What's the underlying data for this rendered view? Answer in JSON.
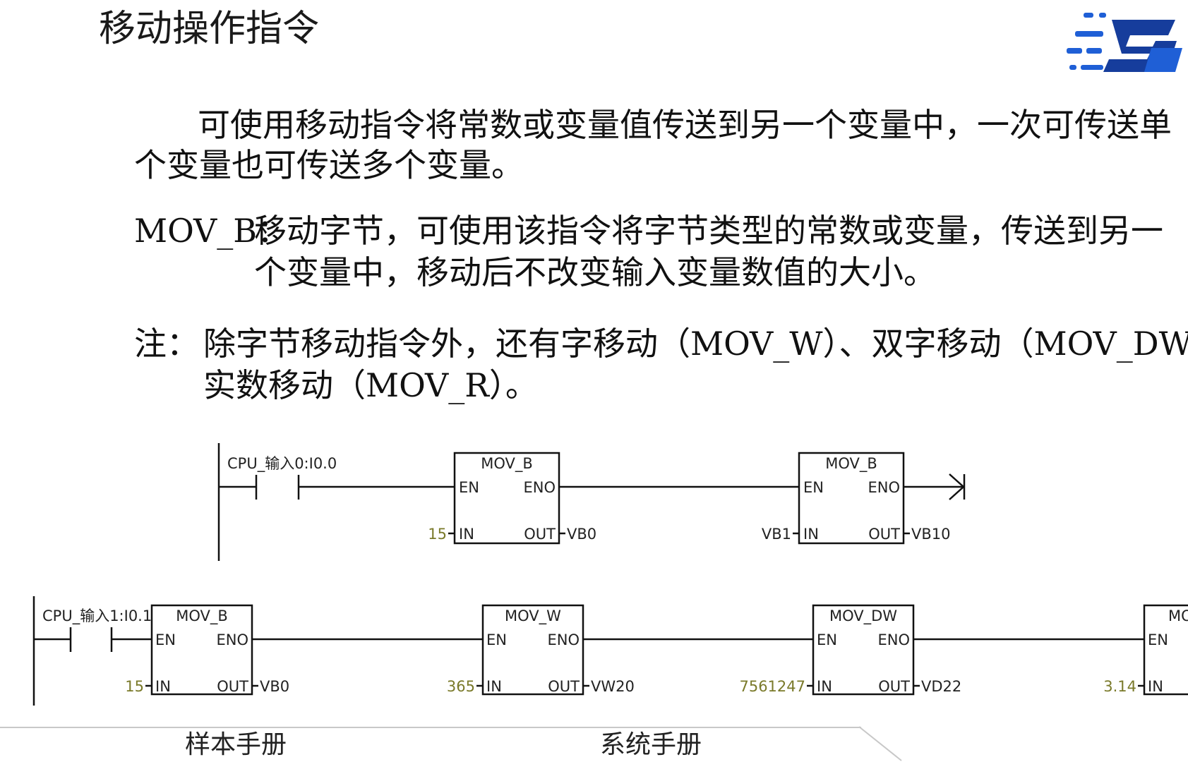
{
  "slide": {
    "title": "移动操作指令",
    "intro_line1": "可使用移动指令将常数或变量值传送到另一个变量中，一次可传送单",
    "intro_line2": "个变量也可传送多个变量。",
    "movb_label": "MOV_B：",
    "movb_line1": "移动字节，可使用该指令将字节类型的常数或变量，传送到另一",
    "movb_line2": "个变量中，移动后不改变输入变量数值的大小。",
    "note_label": "注：",
    "note_line1": "除字节移动指令外，还有字移动（MOV_W）、双字移动（MOV_DW）、",
    "note_line2": "实数移动（MOV_R）。"
  },
  "ladder": {
    "rung1": {
      "contact": "CPU_输入0:I0.0",
      "blocks": [
        {
          "name": "MOV_B",
          "in_value": "15",
          "out_value": "VB0"
        },
        {
          "name": "MOV_B",
          "in_value": "VB1",
          "out_value": "VB10"
        }
      ]
    },
    "rung2": {
      "contact": "CPU_输入1:I0.1",
      "blocks": [
        {
          "name": "MOV_B",
          "in_value": "15",
          "out_value": "VB0"
        },
        {
          "name": "MOV_W",
          "in_value": "365",
          "out_value": "VW20"
        },
        {
          "name": "MOV_DW",
          "in_value": "7561247",
          "out_value": "VD22"
        },
        {
          "name": "MO",
          "in_value": "3.14",
          "out_value": ""
        }
      ]
    },
    "pins": {
      "en": "EN",
      "eno": "ENO",
      "in": "IN",
      "out": "OUT"
    }
  },
  "footer": {
    "tabs": [
      "样本手册",
      "系统手册"
    ]
  },
  "colors": {
    "logo_blue": "#1f5fd6",
    "logo_dark": "#163d9c",
    "constant_green": "#7a7a2a",
    "wire": "#111111"
  },
  "icons": {
    "logo": "brand-logo-icon"
  }
}
